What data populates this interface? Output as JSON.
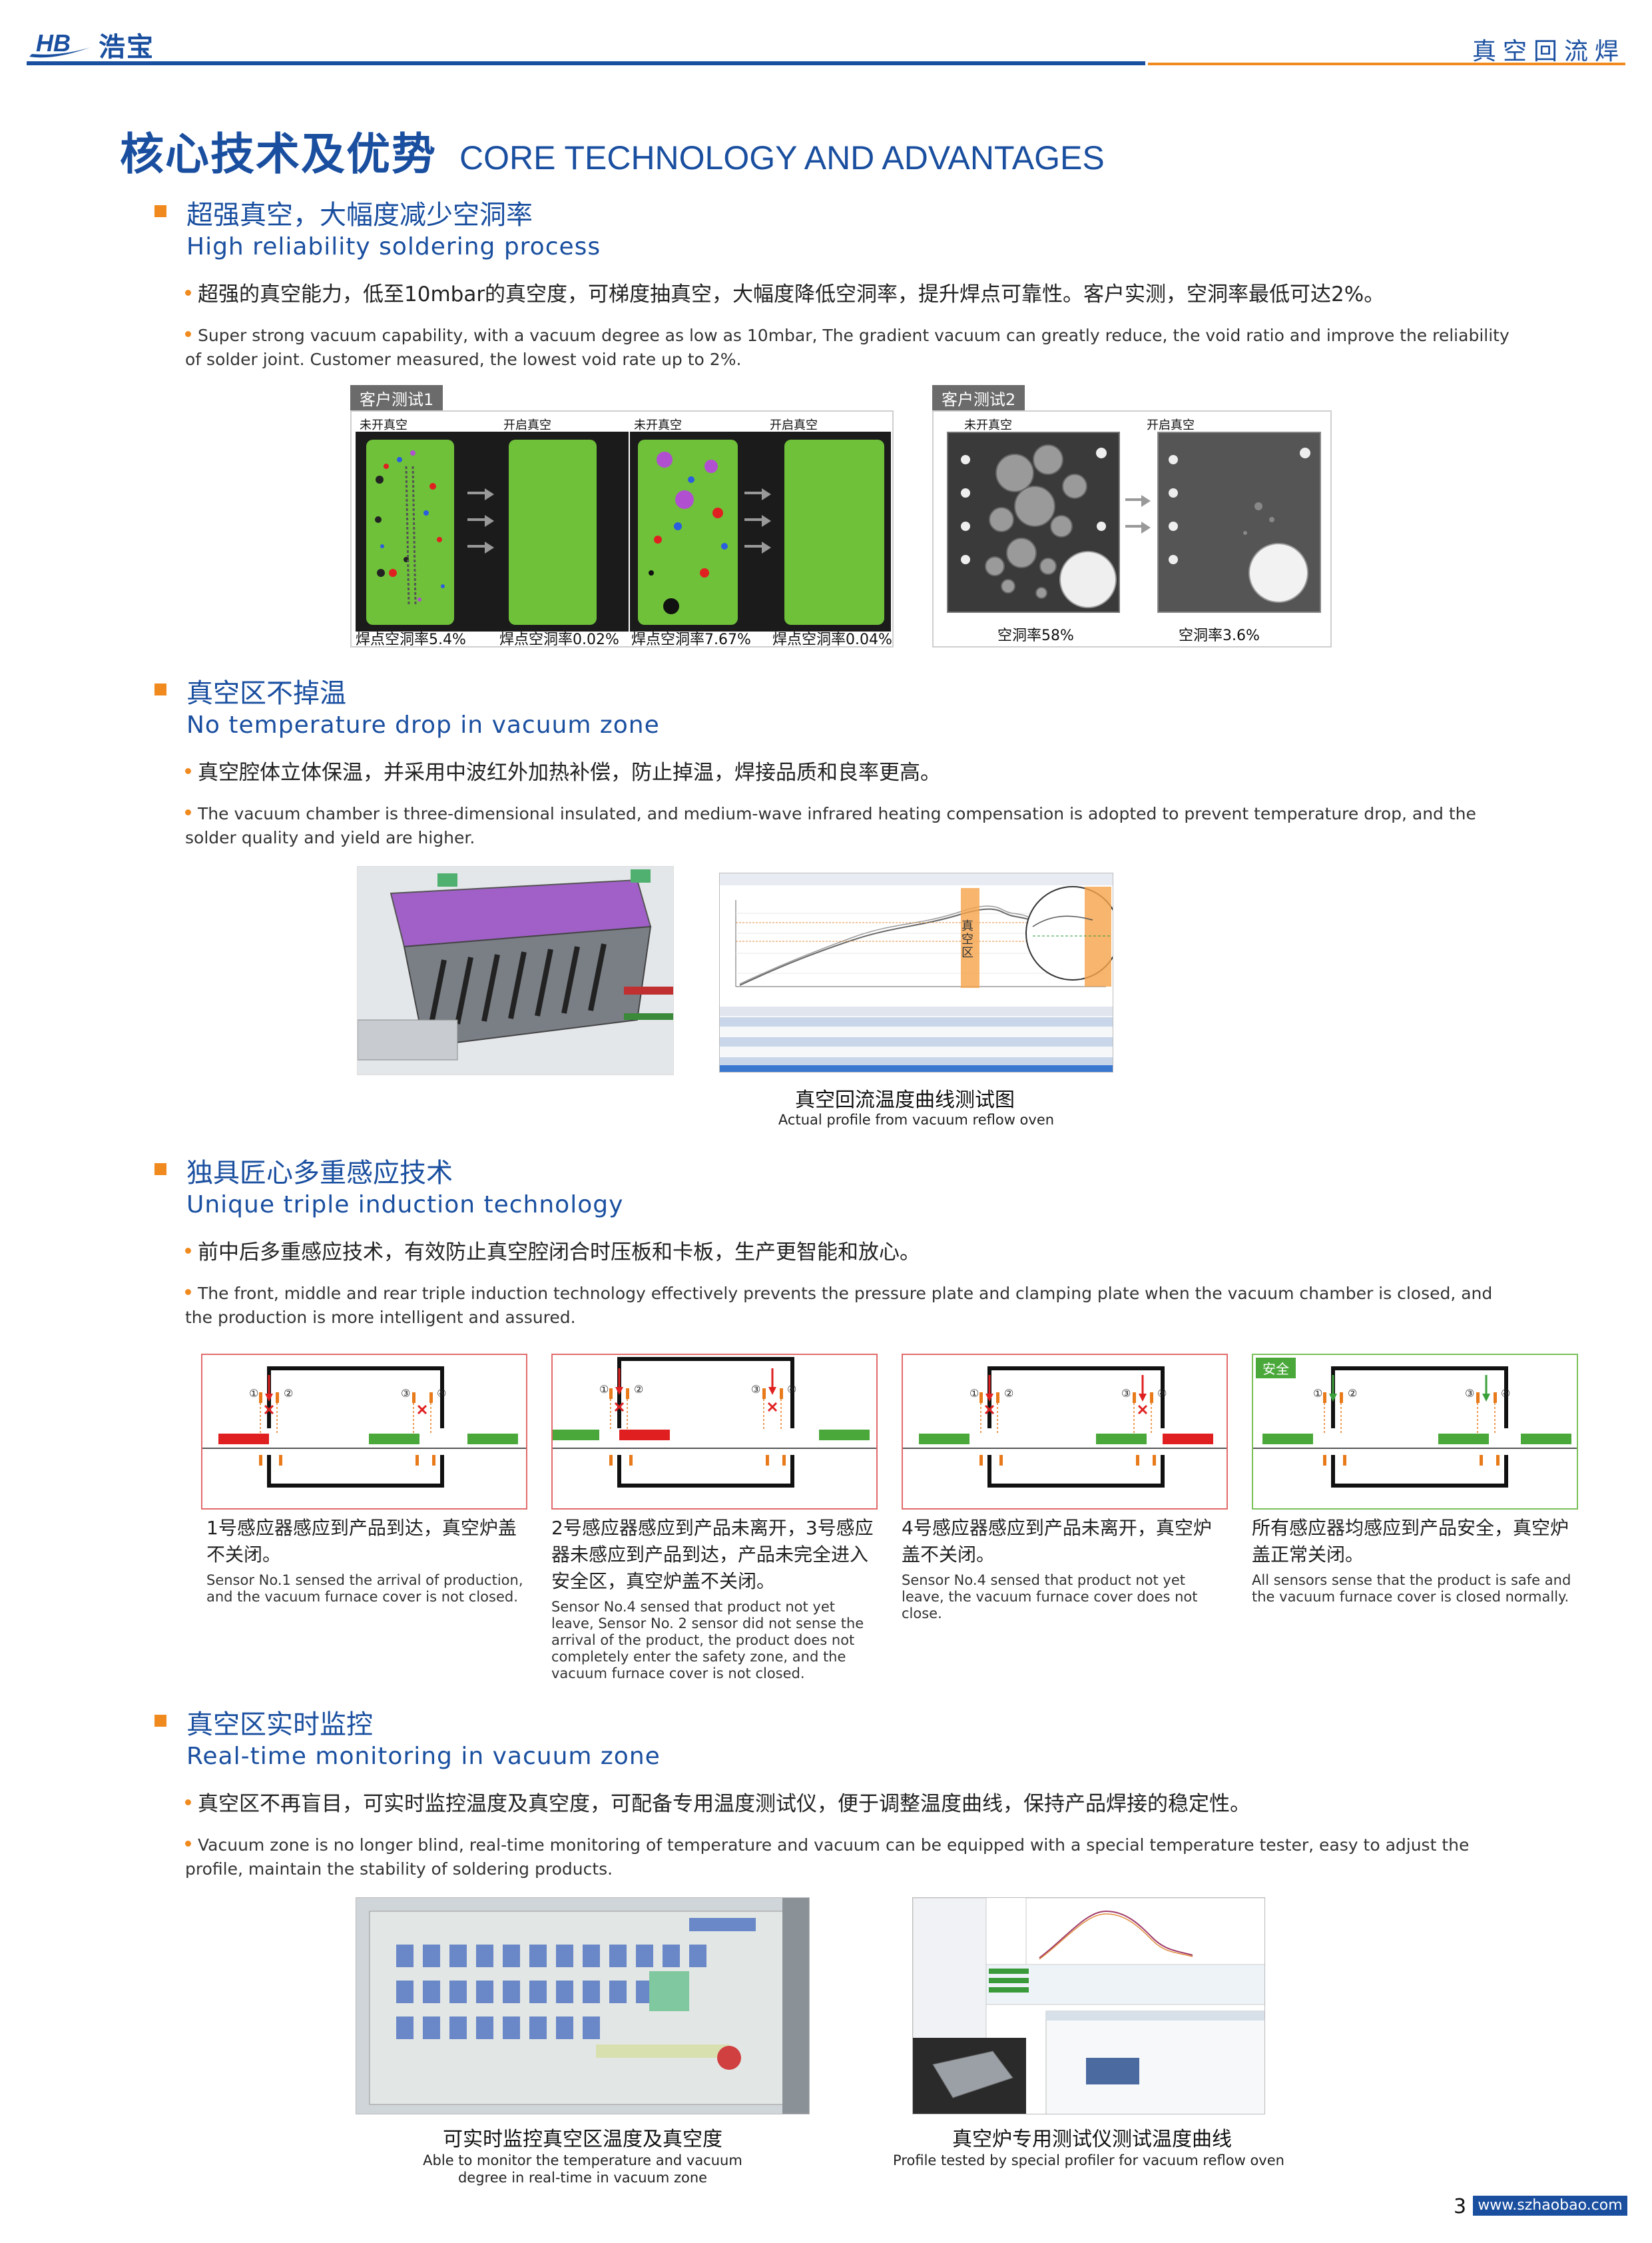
{
  "header": {
    "brand_name": "浩宝",
    "logo_letters": "HB",
    "product_title": "真空回流焊"
  },
  "heading": {
    "zh": "核心技术及优势",
    "en": "CORE TECHNOLOGY AND ADVANTAGES"
  },
  "colors": {
    "brand_blue": "#1a4fa0",
    "accent_orange": "#f08a1e",
    "board_green": "#6fc13a",
    "alert_red": "#e02020"
  },
  "section1": {
    "title_zh": "超强真空，大幅度减少空洞率",
    "title_en": "High reliability soldering process",
    "bullet_zh": "超强的真空能力，低至10mbar的真空度，可梯度抽真空，大幅度降低空洞率，提升焊点可靠性。客户实测，空洞率最低可达2%。",
    "bullet_en": "Super strong vacuum capability, with a vacuum degree as low as 10mbar, The gradient vacuum can greatly reduce, the void ratio and improve the reliability of solder joint. Customer measured, the lowest void rate up to 2%.",
    "test1": {
      "tag": "客户测试1",
      "before_label_a": "未开真空",
      "after_label_a": "开启真空",
      "before_label_b": "未开真空",
      "after_label_b": "开启真空",
      "caption_1": "焊点空洞率5.4%",
      "caption_2": "焊点空洞率0.02%",
      "caption_3": "焊点空洞率7.67%",
      "caption_4": "焊点空洞率0.04%"
    },
    "test2": {
      "tag": "客户测试2",
      "before_label": "未开真空",
      "after_label": "开启真空",
      "caption_before": "空洞率58%",
      "caption_after": "空洞率3.6%"
    }
  },
  "section2": {
    "title_zh": "真空区不掉温",
    "title_en": "No temperature drop in vacuum zone",
    "bullet_zh": "真空腔体立体保温，并采用中波红外加热补偿，防止掉温，焊接品质和良率更高。",
    "bullet_en": "The vacuum chamber is three-dimensional insulated, and medium-wave infrared heating compensation is adopted to prevent temperature drop, and the solder quality and yield are higher.",
    "chart_zone_label": "真空区",
    "caption_zh": "真空回流温度曲线测试图",
    "caption_en": "Actual profile from vacuum reflow oven"
  },
  "section3": {
    "title_zh": "独具匠心多重感应技术",
    "title_en": "Unique triple induction technology",
    "bullet_zh": "前中后多重感应技术，有效防止真空腔闭合时压板和卡板，生产更智能和放心。",
    "bullet_en": "The front, middle and rear triple induction technology effectively prevents the pressure plate and clamping plate when the vacuum chamber is closed, and the production is more intelligent and assured.",
    "sensor_marks": {
      "s1": "①",
      "s2": "②",
      "s3": "③",
      "s4": "④"
    },
    "safe_tag": "安全",
    "panels": [
      {
        "desc_zh": "1号感应器感应到产品到达，真空炉盖不关闭。",
        "desc_en": "Sensor No.1 sensed the arrival of production, and the vacuum furnace cover is not closed."
      },
      {
        "desc_zh": "2号感应器感应到产品未离开，3号感应器未感应到产品到达，产品未完全进入安全区，真空炉盖不关闭。",
        "desc_en": "Sensor No.4  sensed that product not yet leave, Sensor No. 2 sensor did not sense the arrival of the product, the product does not completely enter the safety zone, and the vacuum furnace cover is not closed."
      },
      {
        "desc_zh": "4号感应器感应到产品未离开，真空炉盖不关闭。",
        "desc_en": "Sensor No.4  sensed that product not yet leave, the vacuum furnace cover does not close."
      },
      {
        "desc_zh": "所有感应器均感应到产品安全，真空炉盖正常关闭。",
        "desc_en": "All sensors sense that the product is safe and the vacuum furnace cover is closed normally."
      }
    ]
  },
  "section4": {
    "title_zh": "真空区实时监控",
    "title_en": "Real-time monitoring in vacuum zone",
    "bullet_zh": "真空区不再盲目，可实时监控温度及真空度，可配备专用温度测试仪，便于调整温度曲线，保持产品焊接的稳定性。",
    "bullet_en": "Vacuum zone is no longer blind, real-time monitoring of temperature and vacuum can be equipped with a special temperature tester, easy to adjust the profile, maintain the stability of soldering products.",
    "caption1_zh": "可实时监控真空区温度及真空度",
    "caption1_en": "Able to monitor the temperature and vacuum degree in real-time in vacuum zone",
    "caption2_zh": "真空炉专用测试仪测试温度曲线",
    "caption2_en": "Profile tested by special profiler for vacuum reflow oven"
  },
  "footer": {
    "page_number": "3",
    "website": "www.szhaobao.com"
  }
}
